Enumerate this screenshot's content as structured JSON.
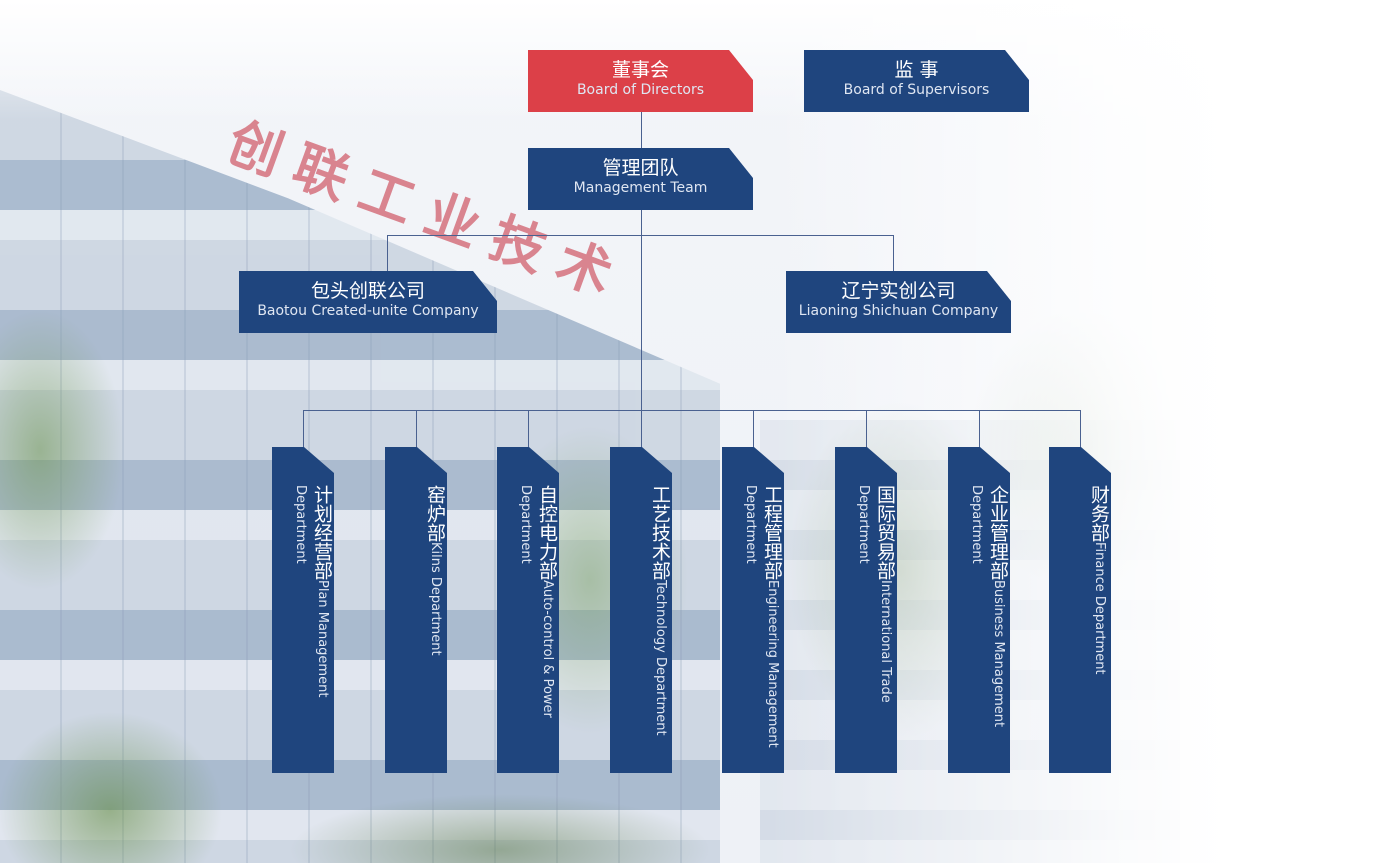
{
  "background_sign": "创联工业技术",
  "top": {
    "board_directors": {
      "cn": "董事会",
      "en": "Board of Directors",
      "color": "#dc4048"
    },
    "board_supervisors": {
      "cn": "监 事",
      "en": "Board of Supervisors",
      "color": "#1f457e"
    },
    "management_team": {
      "cn": "管理团队",
      "en": "Management Team"
    }
  },
  "companies": [
    {
      "cn": "包头创联公司",
      "en": "Baotou Created-unite Company"
    },
    {
      "cn": "辽宁实创公司",
      "en": "Liaoning Shichuan Company"
    }
  ],
  "departments": [
    {
      "cn": "计划经营部",
      "en": "Plan Management Department"
    },
    {
      "cn": "窑炉部",
      "en": "Kilns Department"
    },
    {
      "cn": "自控电力部",
      "en": "Auto-control & Power Department"
    },
    {
      "cn": "工艺技术部",
      "en": "Technology Department"
    },
    {
      "cn": "工程管理部",
      "en": "Engineering Management Department"
    },
    {
      "cn": "国际贸易部",
      "en": "International Trade Department"
    },
    {
      "cn": "企业管理部",
      "en": "Business Management Department"
    },
    {
      "cn": "财务部",
      "en": "Finance Department"
    }
  ]
}
